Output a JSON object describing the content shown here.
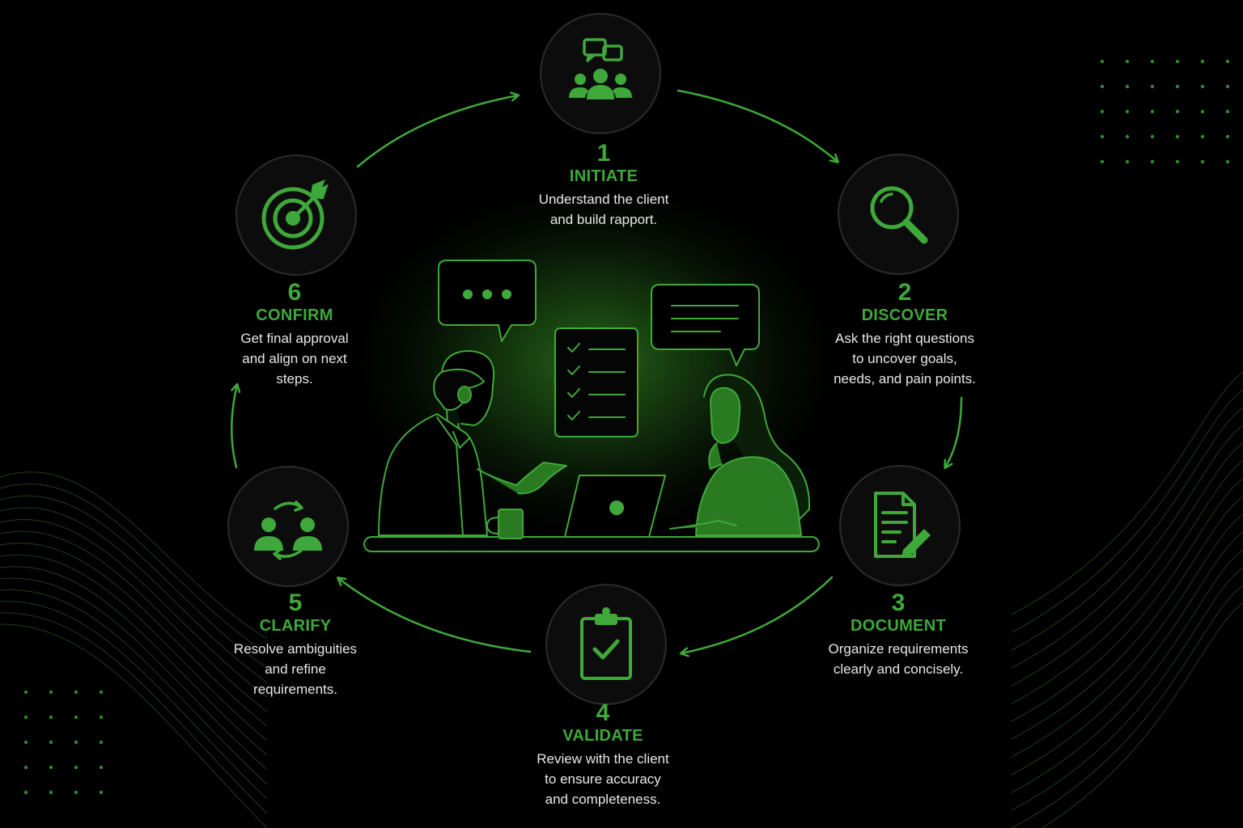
{
  "steps": [
    {
      "number": "1",
      "title": "INITIATE",
      "desc_lines": [
        "Understand the client",
        "and build rapport."
      ],
      "icon": "people-chat-icon"
    },
    {
      "number": "2",
      "title": "DISCOVER",
      "desc_lines": [
        "Ask the right questions",
        "to uncover goals,",
        "needs, and pain points."
      ],
      "icon": "magnifier-icon"
    },
    {
      "number": "3",
      "title": "DOCUMENT",
      "desc_lines": [
        "Organize requirements",
        "clearly and concisely."
      ],
      "icon": "document-pen-icon"
    },
    {
      "number": "4",
      "title": "VALIDATE",
      "desc_lines": [
        "Review with the client",
        "to ensure accuracy",
        "and completeness."
      ],
      "icon": "clipboard-check-icon"
    },
    {
      "number": "5",
      "title": "CLARIFY",
      "desc_lines": [
        "Resolve ambiguities",
        "and refine",
        "requirements."
      ],
      "icon": "people-exchange-icon"
    },
    {
      "number": "6",
      "title": "CONFIRM",
      "desc_lines": [
        "Get final approval",
        "and align on next",
        "steps."
      ],
      "icon": "target-icon"
    }
  ],
  "colors": {
    "accent": "#3fa83a",
    "background": "#000000",
    "text": "#e8e8e8"
  }
}
